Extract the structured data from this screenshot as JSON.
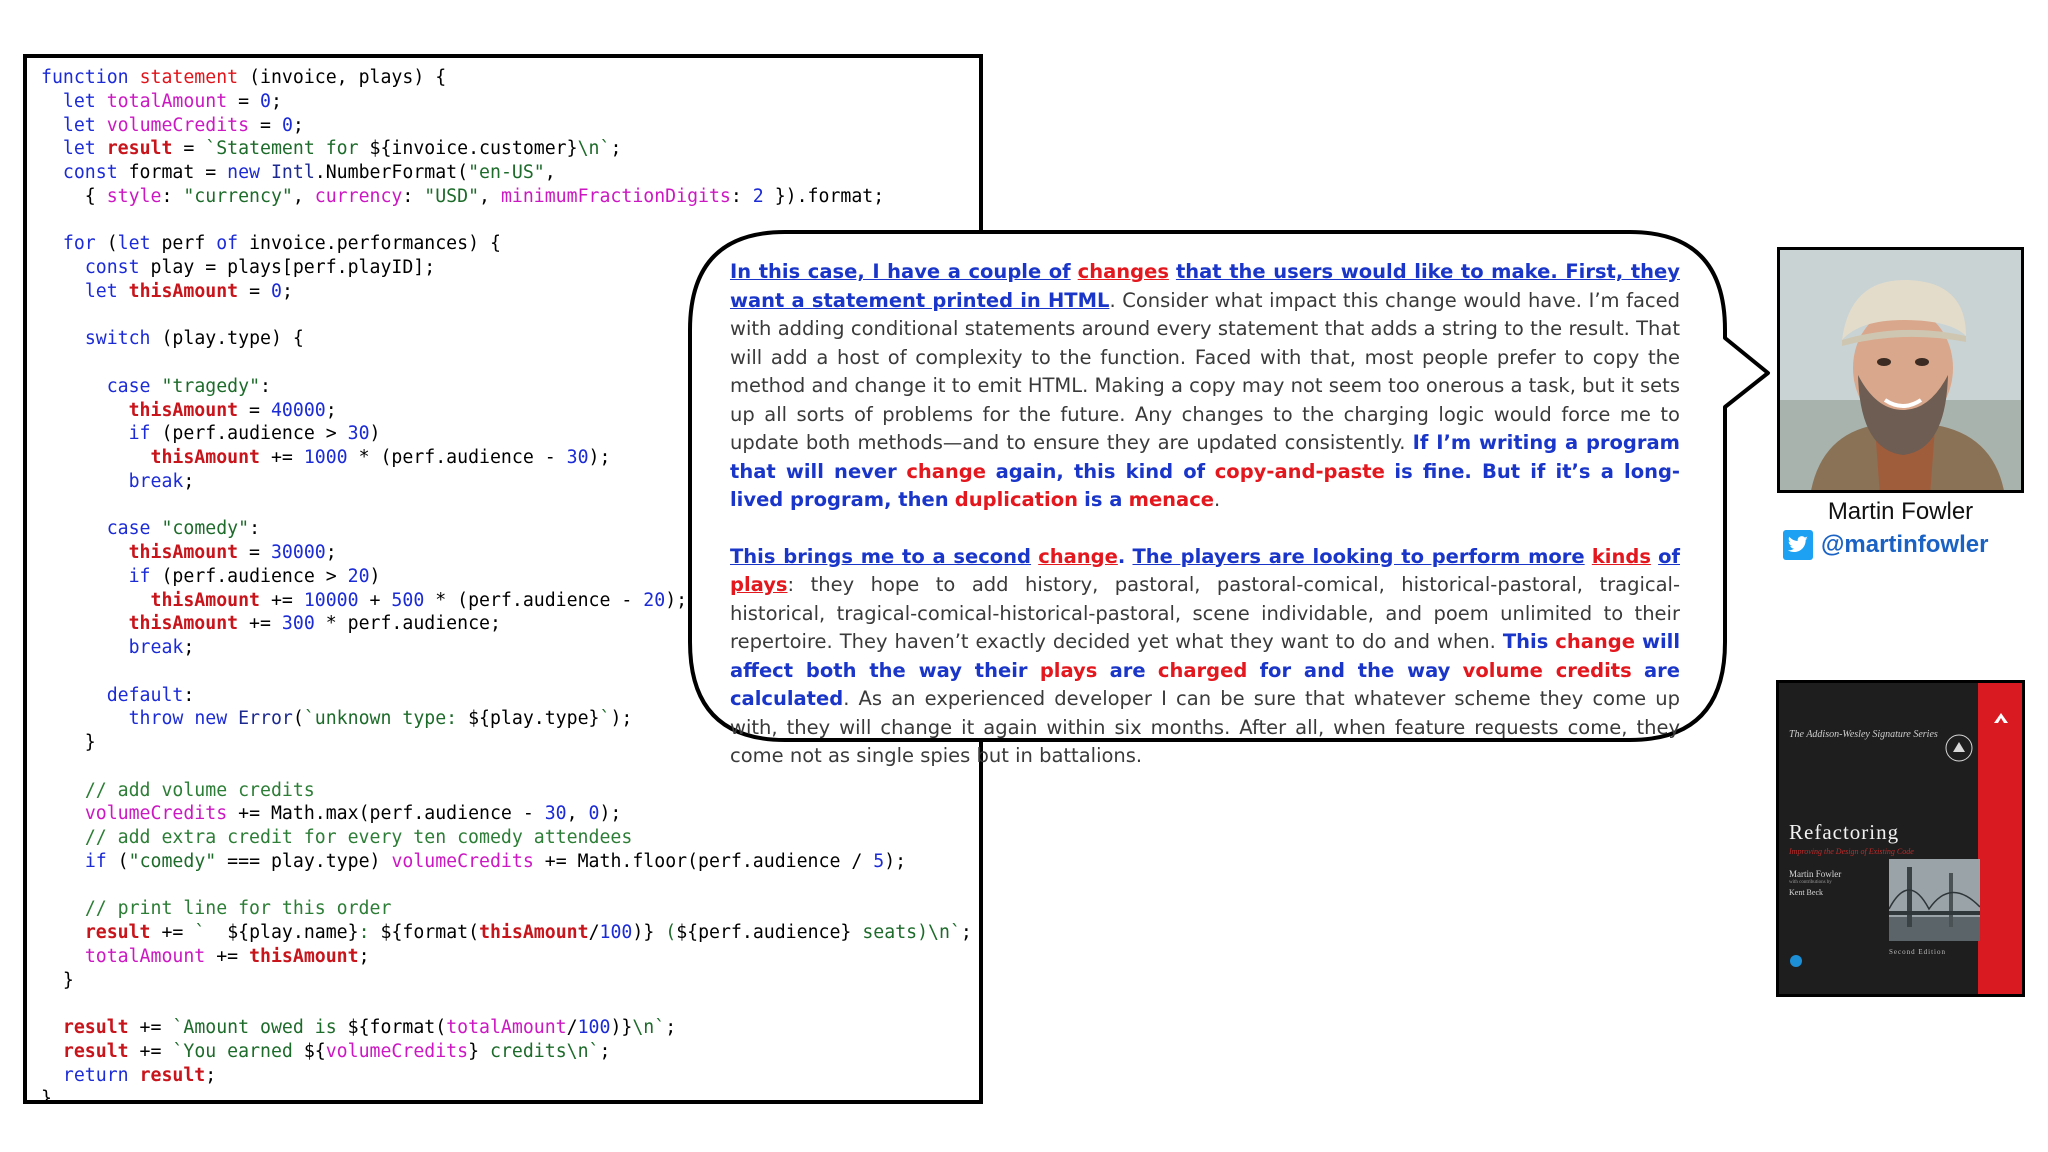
{
  "code": {
    "lines": [
      [
        {
          "t": "function",
          "c": "kw"
        },
        {
          "t": " "
        },
        {
          "t": "statement",
          "c": "fn"
        },
        {
          "t": " (invoice, plays) {"
        }
      ],
      [
        {
          "t": "  "
        },
        {
          "t": "let",
          "c": "kw"
        },
        {
          "t": " "
        },
        {
          "t": "totalAmount",
          "c": "var"
        },
        {
          "t": " = "
        },
        {
          "t": "0",
          "c": "num"
        },
        {
          "t": ";"
        }
      ],
      [
        {
          "t": "  "
        },
        {
          "t": "let",
          "c": "kw"
        },
        {
          "t": " "
        },
        {
          "t": "volumeCredits",
          "c": "var"
        },
        {
          "t": " = "
        },
        {
          "t": "0",
          "c": "num"
        },
        {
          "t": ";"
        }
      ],
      [
        {
          "t": "  "
        },
        {
          "t": "let",
          "c": "kw"
        },
        {
          "t": " "
        },
        {
          "t": "result",
          "c": "red"
        },
        {
          "t": " = "
        },
        {
          "t": "`Statement for ",
          "c": "str"
        },
        {
          "t": "${invoice.customer}"
        },
        {
          "t": "\\n`",
          "c": "str"
        },
        {
          "t": ";"
        }
      ],
      [
        {
          "t": "  "
        },
        {
          "t": "const",
          "c": "kw"
        },
        {
          "t": " format = "
        },
        {
          "t": "new",
          "c": "kw"
        },
        {
          "t": " "
        },
        {
          "t": "Intl",
          "c": "obj"
        },
        {
          "t": ".NumberFormat("
        },
        {
          "t": "\"en-US\"",
          "c": "str"
        },
        {
          "t": ","
        }
      ],
      [
        {
          "t": "    { "
        },
        {
          "t": "style",
          "c": "var"
        },
        {
          "t": ": "
        },
        {
          "t": "\"currency\"",
          "c": "str"
        },
        {
          "t": ", "
        },
        {
          "t": "currency",
          "c": "var"
        },
        {
          "t": ": "
        },
        {
          "t": "\"USD\"",
          "c": "str"
        },
        {
          "t": ", "
        },
        {
          "t": "minimumFractionDigits",
          "c": "var"
        },
        {
          "t": ": "
        },
        {
          "t": "2",
          "c": "num"
        },
        {
          "t": " }).format;"
        }
      ],
      [],
      [
        {
          "t": "  "
        },
        {
          "t": "for",
          "c": "kw"
        },
        {
          "t": " ("
        },
        {
          "t": "let",
          "c": "kw"
        },
        {
          "t": " perf "
        },
        {
          "t": "of",
          "c": "kw"
        },
        {
          "t": " invoice.performances) {"
        }
      ],
      [
        {
          "t": "    "
        },
        {
          "t": "const",
          "c": "kw"
        },
        {
          "t": " play = plays[perf.playID];"
        }
      ],
      [
        {
          "t": "    "
        },
        {
          "t": "let",
          "c": "kw"
        },
        {
          "t": " "
        },
        {
          "t": "thisAmount",
          "c": "red"
        },
        {
          "t": " = "
        },
        {
          "t": "0",
          "c": "num"
        },
        {
          "t": ";"
        }
      ],
      [],
      [
        {
          "t": "    "
        },
        {
          "t": "switch",
          "c": "kw"
        },
        {
          "t": " (play.type) {"
        }
      ],
      [],
      [
        {
          "t": "      "
        },
        {
          "t": "case",
          "c": "kw"
        },
        {
          "t": " "
        },
        {
          "t": "\"tragedy\"",
          "c": "str"
        },
        {
          "t": ":"
        }
      ],
      [
        {
          "t": "        "
        },
        {
          "t": "thisAmount",
          "c": "red"
        },
        {
          "t": " = "
        },
        {
          "t": "40000",
          "c": "num"
        },
        {
          "t": ";"
        }
      ],
      [
        {
          "t": "        "
        },
        {
          "t": "if",
          "c": "kw"
        },
        {
          "t": " (perf.audience > "
        },
        {
          "t": "30",
          "c": "num"
        },
        {
          "t": ")"
        }
      ],
      [
        {
          "t": "          "
        },
        {
          "t": "thisAmount",
          "c": "red"
        },
        {
          "t": " += "
        },
        {
          "t": "1000",
          "c": "num"
        },
        {
          "t": " * (perf.audience - "
        },
        {
          "t": "30",
          "c": "num"
        },
        {
          "t": ");"
        }
      ],
      [
        {
          "t": "        "
        },
        {
          "t": "break",
          "c": "kw"
        },
        {
          "t": ";"
        }
      ],
      [],
      [
        {
          "t": "      "
        },
        {
          "t": "case",
          "c": "kw"
        },
        {
          "t": " "
        },
        {
          "t": "\"comedy\"",
          "c": "str"
        },
        {
          "t": ":"
        }
      ],
      [
        {
          "t": "        "
        },
        {
          "t": "thisAmount",
          "c": "red"
        },
        {
          "t": " = "
        },
        {
          "t": "30000",
          "c": "num"
        },
        {
          "t": ";"
        }
      ],
      [
        {
          "t": "        "
        },
        {
          "t": "if",
          "c": "kw"
        },
        {
          "t": " (perf.audience > "
        },
        {
          "t": "20",
          "c": "num"
        },
        {
          "t": ")"
        }
      ],
      [
        {
          "t": "          "
        },
        {
          "t": "thisAmount",
          "c": "red"
        },
        {
          "t": " += "
        },
        {
          "t": "10000",
          "c": "num"
        },
        {
          "t": " + "
        },
        {
          "t": "500",
          "c": "num"
        },
        {
          "t": " * (perf.audience - "
        },
        {
          "t": "20",
          "c": "num"
        },
        {
          "t": ");"
        }
      ],
      [
        {
          "t": "        "
        },
        {
          "t": "thisAmount",
          "c": "red"
        },
        {
          "t": " += "
        },
        {
          "t": "300",
          "c": "num"
        },
        {
          "t": " * perf.audience;"
        }
      ],
      [
        {
          "t": "        "
        },
        {
          "t": "break",
          "c": "kw"
        },
        {
          "t": ";"
        }
      ],
      [],
      [
        {
          "t": "      "
        },
        {
          "t": "default",
          "c": "kw"
        },
        {
          "t": ":"
        }
      ],
      [
        {
          "t": "        "
        },
        {
          "t": "throw",
          "c": "kw"
        },
        {
          "t": " "
        },
        {
          "t": "new",
          "c": "kw"
        },
        {
          "t": " "
        },
        {
          "t": "Error",
          "c": "obj"
        },
        {
          "t": "("
        },
        {
          "t": "`unknown type: ",
          "c": "str"
        },
        {
          "t": "${play.type}"
        },
        {
          "t": "`",
          "c": "str"
        },
        {
          "t": ");"
        }
      ],
      [
        {
          "t": "    }"
        }
      ],
      [],
      [
        {
          "t": "    "
        },
        {
          "t": "// add volume credits",
          "c": "cm"
        }
      ],
      [
        {
          "t": "    "
        },
        {
          "t": "volumeCredits",
          "c": "var"
        },
        {
          "t": " += Math.max(perf.audience - "
        },
        {
          "t": "30",
          "c": "num"
        },
        {
          "t": ", "
        },
        {
          "t": "0",
          "c": "num"
        },
        {
          "t": ");"
        }
      ],
      [
        {
          "t": "    "
        },
        {
          "t": "// add extra credit for every ten comedy attendees",
          "c": "cm"
        }
      ],
      [
        {
          "t": "    "
        },
        {
          "t": "if",
          "c": "kw"
        },
        {
          "t": " ("
        },
        {
          "t": "\"comedy\"",
          "c": "str"
        },
        {
          "t": " === play.type) "
        },
        {
          "t": "volumeCredits",
          "c": "var"
        },
        {
          "t": " += Math.floor(perf.audience / "
        },
        {
          "t": "5",
          "c": "num"
        },
        {
          "t": ");"
        }
      ],
      [],
      [
        {
          "t": "    "
        },
        {
          "t": "// print line for this order",
          "c": "cm"
        }
      ],
      [
        {
          "t": "    "
        },
        {
          "t": "result",
          "c": "red"
        },
        {
          "t": " += "
        },
        {
          "t": "`  ",
          "c": "str"
        },
        {
          "t": "${play.name}"
        },
        {
          "t": ": ",
          "c": "str"
        },
        {
          "t": "${format("
        },
        {
          "t": "thisAmount",
          "c": "red"
        },
        {
          "t": "/"
        },
        {
          "t": "100",
          "c": "num"
        },
        {
          "t": ")}"
        },
        {
          "t": " (",
          "c": "str"
        },
        {
          "t": "${perf.audience}"
        },
        {
          "t": " seats)\\n`",
          "c": "str"
        },
        {
          "t": ";"
        }
      ],
      [
        {
          "t": "    "
        },
        {
          "t": "totalAmount",
          "c": "var"
        },
        {
          "t": " += "
        },
        {
          "t": "thisAmount",
          "c": "red"
        },
        {
          "t": ";"
        }
      ],
      [
        {
          "t": "  }"
        }
      ],
      [],
      [
        {
          "t": "  "
        },
        {
          "t": "result",
          "c": "red"
        },
        {
          "t": " += "
        },
        {
          "t": "`Amount owed is ",
          "c": "str"
        },
        {
          "t": "${format("
        },
        {
          "t": "totalAmount",
          "c": "var"
        },
        {
          "t": "/"
        },
        {
          "t": "100",
          "c": "num"
        },
        {
          "t": ")}"
        },
        {
          "t": "\\n`",
          "c": "str"
        },
        {
          "t": ";"
        }
      ],
      [
        {
          "t": "  "
        },
        {
          "t": "result",
          "c": "red"
        },
        {
          "t": " += "
        },
        {
          "t": "`You earned ",
          "c": "str"
        },
        {
          "t": "${"
        },
        {
          "t": "volumeCredits",
          "c": "var"
        },
        {
          "t": "}"
        },
        {
          "t": " credits\\n`",
          "c": "str"
        },
        {
          "t": ";"
        }
      ],
      [
        {
          "t": "  "
        },
        {
          "t": "return",
          "c": "kw"
        },
        {
          "t": " "
        },
        {
          "t": "result",
          "c": "red"
        },
        {
          "t": ";"
        }
      ],
      [
        {
          "t": "}"
        }
      ]
    ]
  },
  "quote": {
    "paragraphs": [
      [
        {
          "t": "In this case, I have a couple of",
          "s": "b u"
        },
        {
          "t": " "
        },
        {
          "t": "changes",
          "s": "r u"
        },
        {
          "t": " "
        },
        {
          "t": "that the users would like to make. First, they want a statement printed in HTML",
          "s": "b u"
        },
        {
          "t": ". Consider what impact this change would have. I’m faced with adding conditional statements around every statement that adds a string to the result. That will add a host of complexity to the function. Faced with that, most people prefer to copy the method and change it to emit HTML. Making a copy may not seem too onerous a task, but it sets up all sorts of problems for the future. Any changes to the charging logic would force me to update both methods—and to ensure they are updated consistently. "
        },
        {
          "t": "If I’m writing a program that will never",
          "s": "b"
        },
        {
          "t": " "
        },
        {
          "t": "change",
          "s": "r"
        },
        {
          "t": " "
        },
        {
          "t": "again, this kind of",
          "s": "b"
        },
        {
          "t": " "
        },
        {
          "t": "copy-and-paste",
          "s": "r"
        },
        {
          "t": " "
        },
        {
          "t": "is fine. But if it’s a long-lived program, then",
          "s": "b"
        },
        {
          "t": " "
        },
        {
          "t": "duplication",
          "s": "r"
        },
        {
          "t": " "
        },
        {
          "t": "is a",
          "s": "b"
        },
        {
          "t": " "
        },
        {
          "t": "menace",
          "s": "r"
        },
        {
          "t": "."
        }
      ],
      [
        {
          "t": "This brings me to a second",
          "s": "b u"
        },
        {
          "t": " "
        },
        {
          "t": "change",
          "s": "r u"
        },
        {
          "t": ".",
          "s": "b"
        },
        {
          "t": " "
        },
        {
          "t": "The players are looking to perform more",
          "s": "b u"
        },
        {
          "t": " "
        },
        {
          "t": "kinds",
          "s": "r u"
        },
        {
          "t": " "
        },
        {
          "t": "of",
          "s": "b u"
        },
        {
          "t": " "
        },
        {
          "t": "plays",
          "s": "r u"
        },
        {
          "t": ": they hope to add history, pastoral, pastoral-comical, historical-pastoral, tragical-historical, tragical-comical-historical-pastoral, scene individable, and poem unlimited to their repertoire. They haven’t exactly decided yet what they want to do and when. "
        },
        {
          "t": "This",
          "s": "b"
        },
        {
          "t": " "
        },
        {
          "t": "change",
          "s": "r"
        },
        {
          "t": " "
        },
        {
          "t": "will affect both the way their",
          "s": "b"
        },
        {
          "t": " "
        },
        {
          "t": "plays",
          "s": "r"
        },
        {
          "t": " "
        },
        {
          "t": "are",
          "s": "b"
        },
        {
          "t": " "
        },
        {
          "t": "charged",
          "s": "r"
        },
        {
          "t": " "
        },
        {
          "t": "for and the way",
          "s": "b"
        },
        {
          "t": " "
        },
        {
          "t": "volume credits",
          "s": "r"
        },
        {
          "t": " "
        },
        {
          "t": "are calculated",
          "s": "b"
        },
        {
          "t": ". As an experienced developer I can be sure that whatever scheme they come up with, they will change it again within six months. After all, when feature requests come, they come not as single spies but in battalions."
        }
      ]
    ]
  },
  "author": {
    "name": "Martin Fowler",
    "handle": "@martinfowler",
    "icon": "twitter-icon"
  },
  "book": {
    "series": "The Addison-Wesley Signature Series",
    "title": "Refactoring",
    "subtitle": "Improving the Design of Existing Code",
    "author": "Martin Fowler",
    "contributions": "with contributions by",
    "coauthor": "Kent Beck",
    "edition": "Second Edition"
  },
  "colors": {
    "keyword": "#1b2bd6",
    "highlight_red": "#e3171e",
    "highlight_blue": "#1a36c9",
    "variable": "#cc18c2",
    "string": "#1d6b2a",
    "twitter": "#1da1f2",
    "book_red": "#d91a20"
  }
}
